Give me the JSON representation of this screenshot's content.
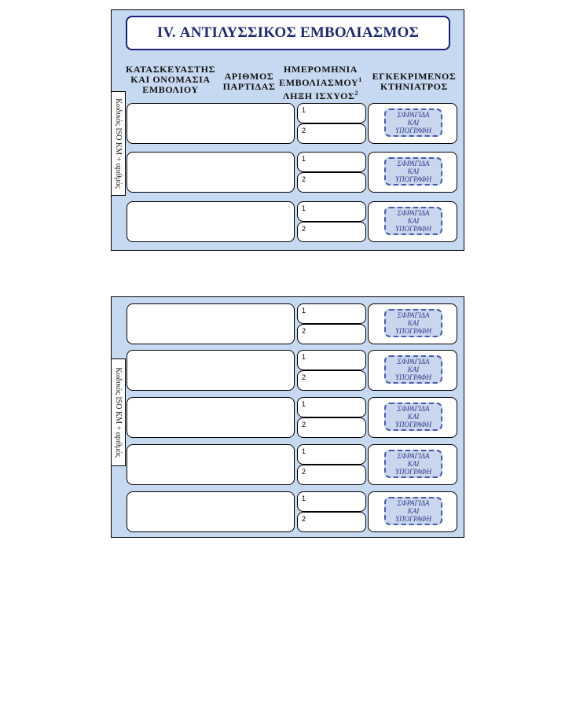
{
  "title": "IV. ΑΝΤΙΛΥΣΣΙΚΟΣ ΕΜΒΟΛΙΑΣΜΟΣ",
  "headers": {
    "manufacturer": "ΚΑΤΑΣΚΕΥΑΣΤΗΣ ΚΑΙ ΟΝΟΜΑΣΙΑ ΕΜΒΟΛΙΟΥ",
    "batch": "ΑΡΙΘΜΟΣ ΠΑΡΤΙΔΑΣ",
    "date_line1": "ΗΜΕΡΟΜΗΝΙΑ",
    "date_line2": "ΕΜΒΟΛΙΑΣΜΟΥ",
    "date_sup1": "1",
    "date_line3": "ΛΗΞΗ ΙΣΧΥΟΣ",
    "date_sup2": "2",
    "vet": "ΕΓΚΕΚΡΙΜΕΝΟΣ ΚΤΗΝΙΑΤΡΟΣ"
  },
  "side_label": "Κωδικός ISO ΚΜ + αριθμός",
  "slot_labels": [
    "1",
    "2"
  ],
  "stamp": {
    "line1": "ΣΦΡΑΓΙΔΑ",
    "line2": "ΚΑΙ",
    "line3": "ΥΠΟΓΡΑΦΗ"
  },
  "rows_panel1": 3,
  "rows_panel2": 5
}
